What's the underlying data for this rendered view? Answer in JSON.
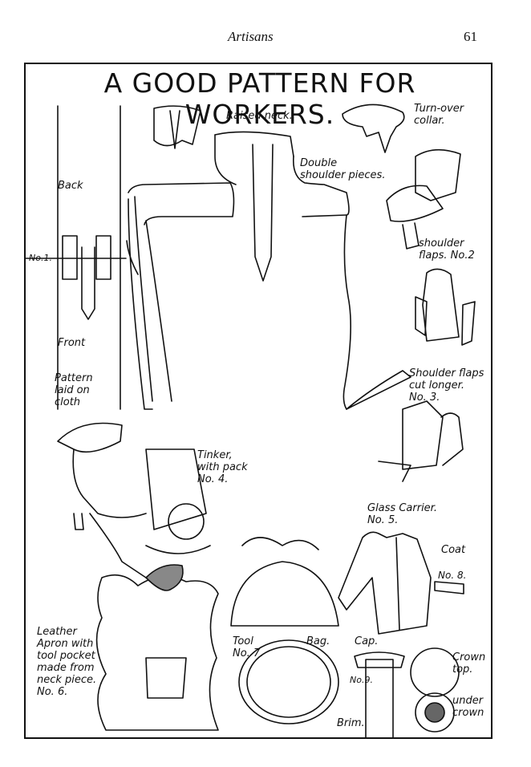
{
  "header": {
    "section": "Artisans",
    "page_number": "61"
  },
  "plate": {
    "title": "A GOOD PATTERN FOR WORKERS.",
    "labels": {
      "raised_neck": "Raised neck.",
      "turn_over_collar": "Turn-over\ncollar.",
      "double_shoulder": "Double\nshoulder pieces.",
      "back": "Back",
      "no1": "No.1.",
      "shoulder_flaps_2": "shoulder\nflaps. No.2",
      "front": "Front",
      "pattern_laid": "Pattern\nlaid on\ncloth",
      "shoulder_flaps_3": "Shoulder flaps\ncut longer.\nNo. 3.",
      "tinker": "Tinker,\nwith pack\nNo. 4.",
      "glass_carrier": "Glass Carrier.\nNo. 5.",
      "coat": "Coat",
      "no8": "No. 8.",
      "leather_apron": "Leather\nApron with\ntool pocket\nmade from\nneck piece.\nNo. 6.",
      "tool": "Tool\nNo. 7.",
      "bag": "Bag.",
      "cap": "Cap.",
      "no9": "No.9.",
      "crown_top": "Crown\ntop.",
      "under_crown": "under\ncrown",
      "brim": "Brim."
    }
  }
}
